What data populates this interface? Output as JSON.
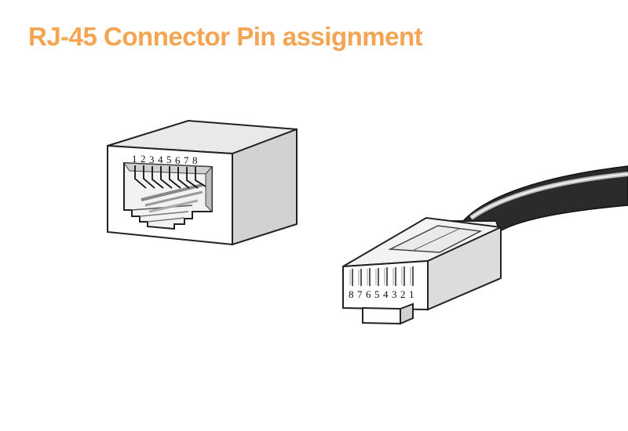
{
  "title": "RJ-45 Connector Pin assignment",
  "colors": {
    "title": "#f5a452",
    "outline": "#222222",
    "face": "#ffffff",
    "side": "#d6d6d6",
    "top": "#e8e8e8"
  },
  "jack": {
    "pin_labels": [
      "1",
      "2",
      "3",
      "4",
      "5",
      "6",
      "7",
      "8"
    ]
  },
  "plug": {
    "pin_labels": [
      "8",
      "7",
      "6",
      "5",
      "4",
      "3",
      "2",
      "1"
    ]
  }
}
